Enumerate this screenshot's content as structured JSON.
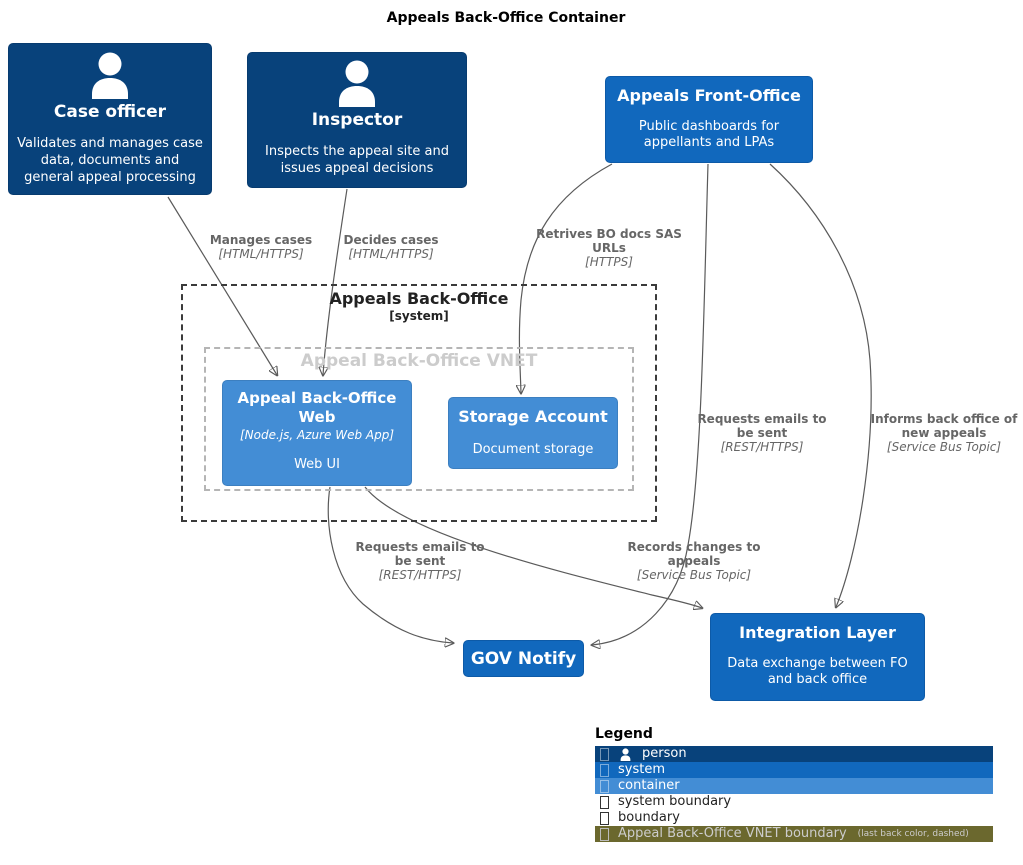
{
  "title": "Appeals Back-Office Container",
  "colors": {
    "person_bg": "#08427B",
    "system_bg": "#1168BD",
    "container_bg": "#438DD5",
    "vnet_legend_bg": "#6B682E",
    "edge_color": "#666666",
    "vnet_label": "#CCCCCC"
  },
  "nodes": {
    "case_officer": {
      "name": "Case officer",
      "description": "Validates and manages case data, documents and general appeal processing"
    },
    "inspector": {
      "name": "Inspector",
      "description": "Inspects the appeal site and issues appeal decisions"
    },
    "appeals_front_office": {
      "name": "Appeals Front-Office",
      "description": "Public dashboards for appellants and LPAs"
    },
    "appeal_back_office_web": {
      "name": "Appeal Back-Office Web",
      "tech": "[Node.js, Azure Web App]",
      "description": "Web UI"
    },
    "storage_account": {
      "name": "Storage Account",
      "description": "Document storage"
    },
    "gov_notify": {
      "name": "GOV Notify"
    },
    "integration_layer": {
      "name": "Integration Layer",
      "description": "Data exchange between FO and back office"
    }
  },
  "boundaries": {
    "system": {
      "name": "Appeals Back-Office",
      "sublabel": "[system]"
    },
    "vnet": {
      "name": "Appeal Back-Office VNET"
    }
  },
  "edges": [
    {
      "lines": [
        "Manages cases"
      ],
      "protocol": "[HTML/HTTPS]"
    },
    {
      "lines": [
        "Decides cases"
      ],
      "protocol": "[HTML/HTTPS]"
    },
    {
      "lines": [
        "Retrives BO docs SAS",
        "URLs"
      ],
      "protocol": "[HTTPS]"
    },
    {
      "lines": [
        "Requests emails to",
        "be sent"
      ],
      "protocol": "[REST/HTTPS]"
    },
    {
      "lines": [
        "Informs back office of",
        "new appeals"
      ],
      "protocol": "[Service Bus Topic]"
    },
    {
      "lines": [
        "Requests emails to",
        "be sent"
      ],
      "protocol": "[REST/HTTPS]"
    },
    {
      "lines": [
        "Records changes to",
        "appeals"
      ],
      "protocol": "[Service Bus Topic]"
    }
  ],
  "legend": {
    "title": "Legend",
    "rows": [
      {
        "label": "person",
        "bg": "#08427B"
      },
      {
        "label": "system",
        "bg": "#1168BD"
      },
      {
        "label": "container",
        "bg": "#438DD5"
      },
      {
        "label": "system boundary",
        "bg": "transparent"
      },
      {
        "label": "boundary",
        "bg": "transparent"
      },
      {
        "label": "Appeal Back-Office VNET boundary",
        "note": "(last back color, dashed)",
        "bg": "#6B682E"
      }
    ]
  }
}
